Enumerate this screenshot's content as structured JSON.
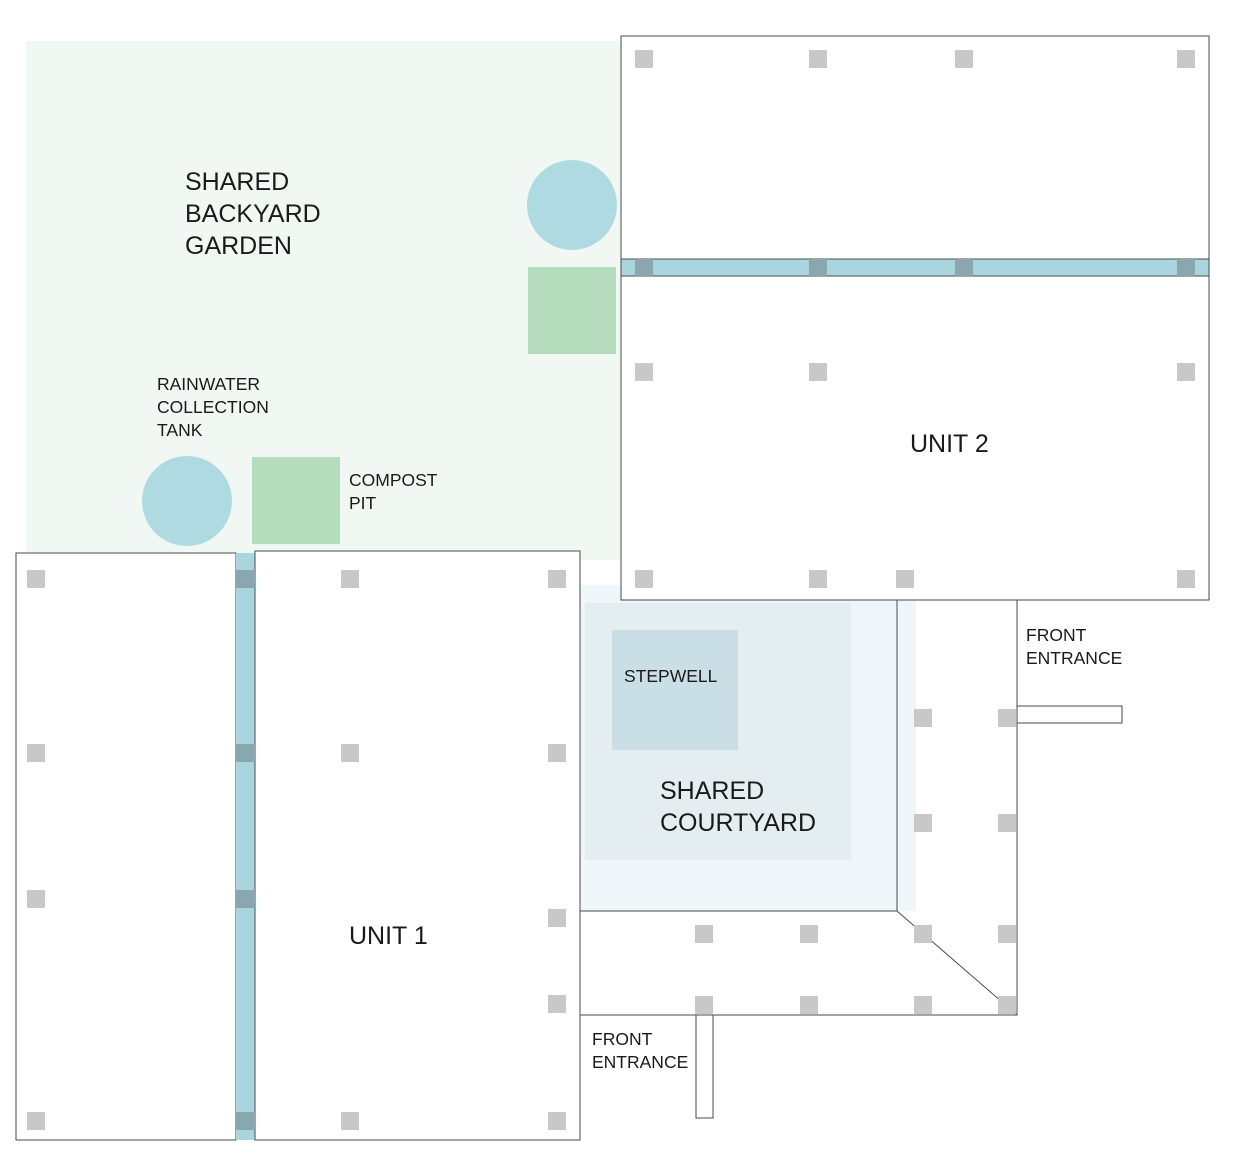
{
  "labels": {
    "backyard": [
      "SHARED",
      "BACKYARD",
      "GARDEN"
    ],
    "rainwater": [
      "RAINWATER",
      "COLLECTION",
      "TANK"
    ],
    "compost": [
      "COMPOST",
      "PIT"
    ],
    "unit2": "UNIT 2",
    "unit1": "UNIT 1",
    "stepwell": "STEPWELL",
    "courtyard": [
      "SHARED",
      "COURTYARD"
    ],
    "front_entrance_right": [
      "FRONT",
      "ENTRANCE"
    ],
    "front_entrance_bottom": [
      "FRONT",
      "ENTRANCE"
    ]
  },
  "colors": {
    "garden": "#f1f8f3",
    "water": "#a8d5de",
    "tank": "#b0dae2",
    "compost": "#b5dcbc",
    "courtyard_outer": "#eef6f9",
    "courtyard_inner": "#e4eef1",
    "stepwell": "#cadee5",
    "column": "#c8c8c8",
    "column_on_water": "#8aa6ae",
    "wall": "#4a4a4a"
  }
}
